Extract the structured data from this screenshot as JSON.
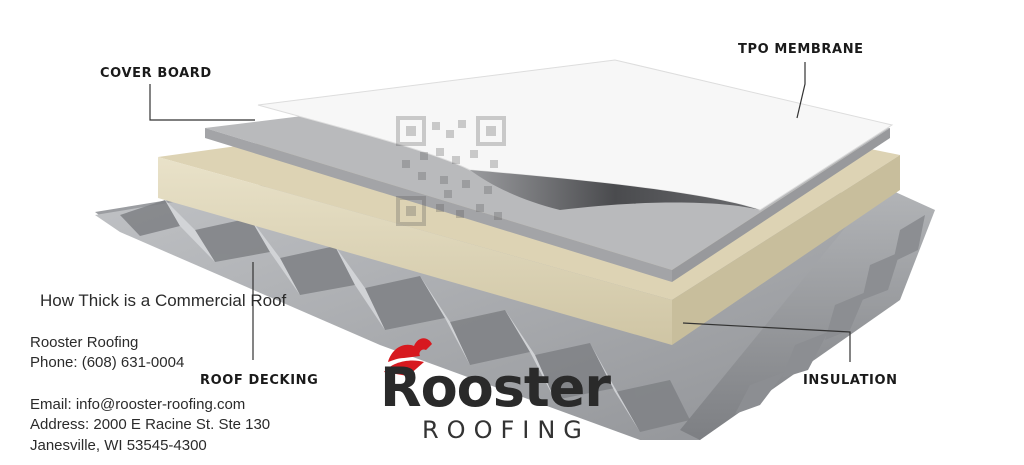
{
  "labels": {
    "cover_board": "COVER BOARD",
    "tpo_membrane": "TPO MEMBRANE",
    "roof_decking": "ROOF DECKING",
    "insulation": "INSULATION"
  },
  "caption": "How Thick is a Commercial Roof",
  "contact": {
    "company": "Rooster Roofing",
    "phone": "Phone: (608) 631-0004",
    "email": "Email: info@rooster-roofing.com",
    "address": "Address: 2000 E Racine St. Ste 130",
    "city": "Janesville, WI 53545-4300"
  },
  "logo": {
    "word1": "Rooster",
    "word2": "ROOFING",
    "accent_color": "#d7191f"
  },
  "colors": {
    "membrane": "#f7f7f7",
    "cover_board": "#b9babc",
    "insulation": "#ddd3b4",
    "decking": "#a9abae"
  }
}
